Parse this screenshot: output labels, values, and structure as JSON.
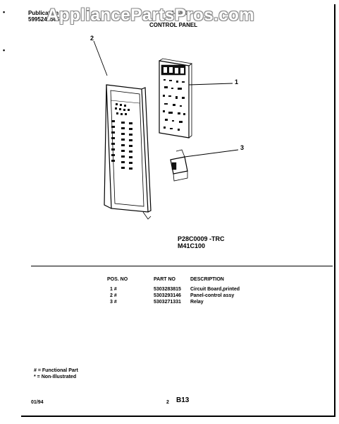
{
  "header": {
    "publication_label": "Publication No.",
    "publication_number": "5995248565",
    "model": "66-5470",
    "section_title": "CONTROL PANEL"
  },
  "watermark": "AppliancePartsPros.com",
  "callouts": [
    "1",
    "2",
    "3"
  ],
  "model_codes": [
    "P28C0009 -TRC",
    "M41C100"
  ],
  "parts_table": {
    "headers": [
      "POS. NO",
      "PART NO",
      "DESCRIPTION"
    ],
    "rows": [
      {
        "pos": "1 #",
        "part": "5303283815",
        "desc": "Circuit Board,printed"
      },
      {
        "pos": "2 #",
        "part": "5303293146",
        "desc": "Panel-control assy"
      },
      {
        "pos": "3 #",
        "part": "5303271331",
        "desc": "Relay"
      }
    ]
  },
  "legend": [
    "# = Functional Part",
    "* = Non-Illustrated"
  ],
  "footer": {
    "date": "01/94",
    "page": "2",
    "code": "B13"
  }
}
